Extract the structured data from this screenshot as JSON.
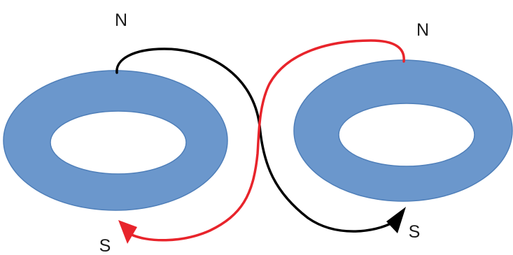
{
  "labels": {
    "left_top": "N",
    "left_bottom": "S",
    "right_top": "N",
    "right_bottom": "S"
  },
  "colors": {
    "ring_fill": "#6b97cc",
    "ring_edge": "#4f7fb9",
    "wire_black": "#000000",
    "wire_red": "#e8242b",
    "background": "#ffffff"
  }
}
